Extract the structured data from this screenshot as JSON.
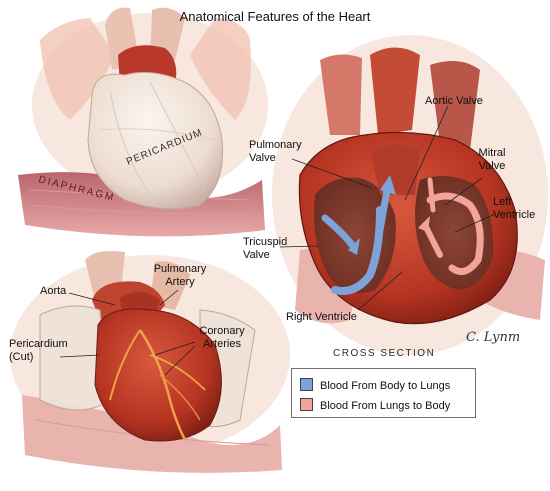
{
  "title": "Anatomical Features of the Heart",
  "labels": {
    "pericardium": "PERICARDIUM",
    "diaphragm": "DIAPHRAGM",
    "aorta": "Aorta",
    "pulmonary_artery": [
      "Pulmonary",
      "Artery"
    ],
    "pericardium_cut": [
      "Pericardium",
      "(Cut)"
    ],
    "coronary_arteries": [
      "Coronary",
      "Arteries"
    ],
    "pulmonary_valve": [
      "Pulmonary",
      "Valve"
    ],
    "aortic_valve": "Aortic Valve",
    "mitral_valve": [
      "Mitral",
      "Valve"
    ],
    "left_ventricle": [
      "Left",
      "Ventricle"
    ],
    "tricuspid_valve": [
      "Tricuspid",
      "Valve"
    ],
    "right_ventricle": "Right Ventricle",
    "cross_section": "CROSS SECTION",
    "signature": "C. Lynm"
  },
  "legend": [
    {
      "label": "Blood From Body to Lungs",
      "color": "#7da4d9"
    },
    {
      "label": "Blood From Lungs to Body",
      "color": "#f3a49a"
    }
  ]
}
